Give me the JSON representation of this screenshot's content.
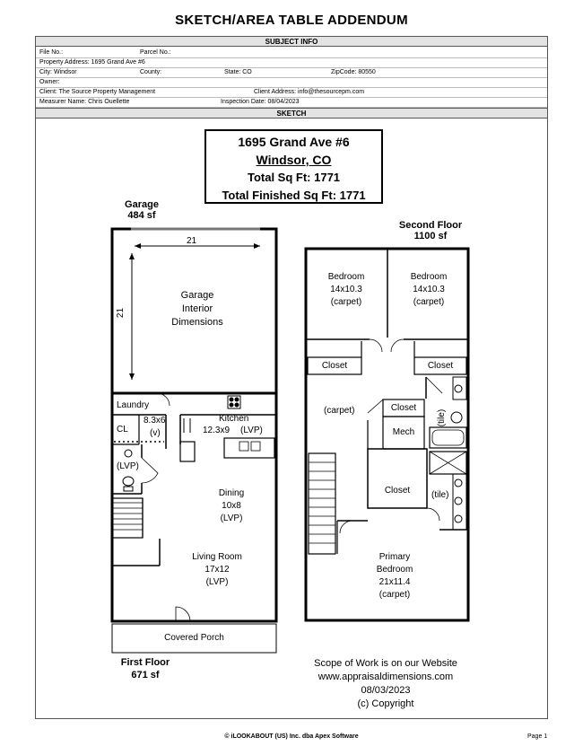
{
  "header": {
    "title": "SKETCH/AREA TABLE ADDENDUM"
  },
  "subject_info": {
    "heading": "SUBJECT INFO",
    "file_no": "File No.:",
    "parcel_no": "Parcel No.:",
    "property_address": "Property Address: 1695 Grand Ave #6",
    "city": "City: Windsor",
    "county": "County:",
    "state": "State: CO",
    "zipcode": "ZipCode: 80550",
    "owner": "Owner:",
    "client": "Client: The Source Property Management",
    "client_address": "Client Address: info@thesourcepm.com",
    "measurer": "Measurer Name: Chris Ouellette",
    "inspection_date": "Inspection Date: 08/04/2023"
  },
  "sketch": {
    "heading": "SKETCH",
    "summary": {
      "address_line1": "1695 Grand Ave #6",
      "address_line2": "Windsor, CO",
      "total_sqft": "Total Sq Ft: 1771",
      "total_finished_sqft": "Total Finished Sq Ft: 1771"
    },
    "garage": {
      "name": "Garage",
      "area": "484 sf",
      "width_dim": "21",
      "depth_dim": "21",
      "interior_l1": "Garage",
      "interior_l2": "Interior",
      "interior_l3": "Dimensions"
    },
    "first_floor": {
      "name": "First Floor",
      "area": "671 sf",
      "laundry": "Laundry",
      "laundry_dims": "8.3x6",
      "laundry_v": "(v)",
      "cl": "CL",
      "bath_lvp": "(LVP)",
      "kitchen": "Kitchen",
      "kitchen_dims": "12.3x9",
      "kitchen_lvp": "(LVP)",
      "dining": "Dining",
      "dining_dims": "10x8",
      "dining_lvp": "(LVP)",
      "living": "Living Room",
      "living_dims": "17x12",
      "living_lvp": "(LVP)",
      "porch": "Covered Porch"
    },
    "second_floor": {
      "name": "Second Floor",
      "area": "1100 sf",
      "bed1": "Bedroom",
      "bed1_dims": "14x10.3",
      "bed1_floor": "(carpet)",
      "bed2": "Bedroom",
      "bed2_dims": "14x10.3",
      "bed2_floor": "(carpet)",
      "closet_left": "Closet",
      "closet_right": "Closet",
      "hall_floor": "(carpet)",
      "closet_center": "Closet",
      "tile_upper": "(tile)",
      "mech": "Mech",
      "closet_primary": "Closet",
      "tile_lower": "(tile)",
      "primary": "Primary",
      "primary_l2": "Bedroom",
      "primary_dims": "21x11.4",
      "primary_floor": "(carpet)"
    },
    "notes": {
      "line1": "Scope of Work is on our Website",
      "line2": "www.appraisaldimensions.com",
      "line3": "08/03/2023",
      "line4": "(c) Copyright"
    }
  },
  "footer": {
    "copyright": "© iLOOKABOUT (US) Inc. dba Apex Software",
    "page": "Page 1"
  }
}
